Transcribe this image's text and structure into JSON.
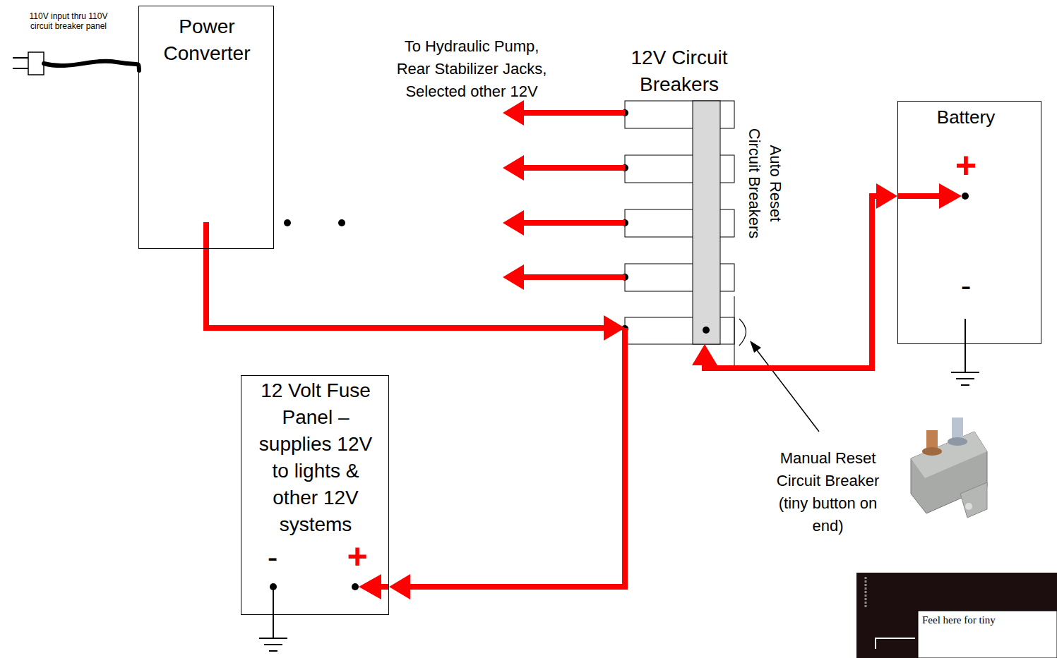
{
  "diagram": {
    "nodes": [
      {
        "text": [
          "Power Converter"
        ]
      },
      {
        "text": [
          "12V Circuit Breakers",
          "Auto Reset Circuit Breakers"
        ]
      },
      {
        "text": [
          "Battery",
          "+",
          "-"
        ]
      },
      {
        "text": [
          "12 Volt Fuse Panel – supplies 12V to lights & other 12V systems",
          "-",
          "+"
        ]
      }
    ],
    "edges": [
      {
        "from": 0,
        "to": 1,
        "arrow": "to"
      },
      {
        "from": 1,
        "to": 3,
        "arrow": "to"
      },
      {
        "from": 1,
        "to": 2,
        "arrow": "both"
      }
    ],
    "labels": [
      "110V input thru 110V circuit breaker panel",
      "To Hydraulic Pump, Rear Stabilizer Jacks, Selected other 12V",
      "Manual Reset Circuit Breaker (tiny button on end)",
      "Feel here for tiny"
    ]
  }
}
